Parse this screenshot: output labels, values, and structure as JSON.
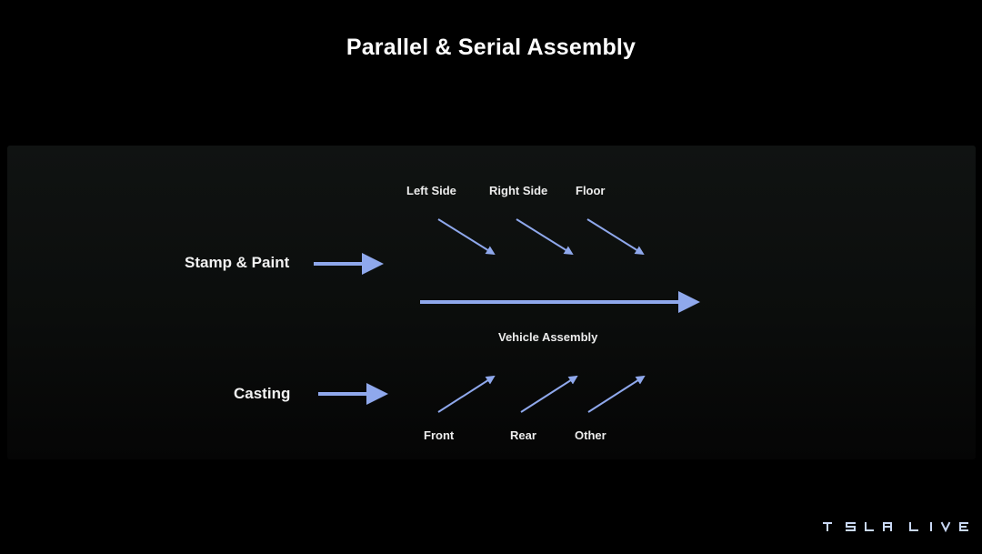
{
  "title": "Parallel & Serial Assembly",
  "inputs": {
    "stamp_paint": "Stamp & Paint",
    "casting": "Casting"
  },
  "top_parts": [
    "Left Side",
    "Right Side",
    "Floor"
  ],
  "bottom_parts": [
    "Front",
    "Rear",
    "Other"
  ],
  "main_flow_label": "Vehicle Assembly",
  "logo_text": "TESLA LIVE",
  "colors": {
    "background": "#000000",
    "arrow": "#8fa8ec",
    "text": "#ffffff"
  }
}
